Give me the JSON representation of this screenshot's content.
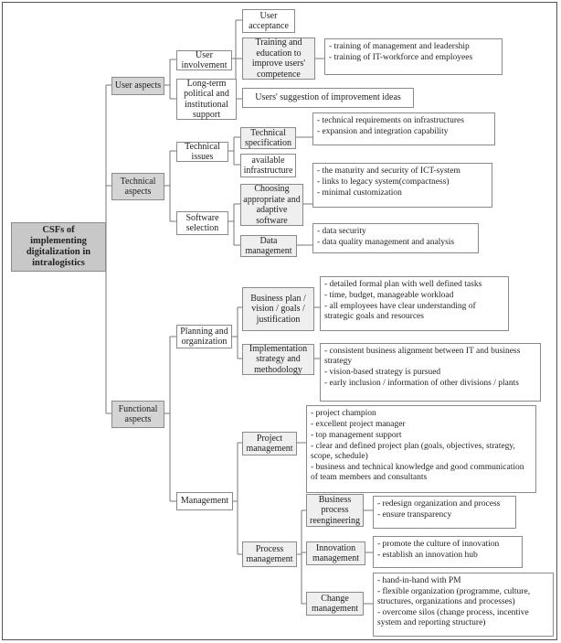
{
  "root": "CSFs of implementing digitalization in intralogistics",
  "user_aspects": {
    "label": "User aspects",
    "user_involvement": "User involvement",
    "user_acceptance": "User acceptance",
    "training": "Training and education to improve users' competence",
    "training_items": [
      "- training of management and leadership",
      "- training of IT-workforce and employees"
    ],
    "longterm": "Long-term political and institutional support",
    "suggestion": "Users' suggestion of improvement ideas"
  },
  "technical_aspects": {
    "label": "Technical aspects",
    "technical_issues": "Technical issues",
    "tech_spec": "Technical specification",
    "tech_spec_items": [
      "- technical requirements on infrastructures",
      "- expansion and integration capability"
    ],
    "available_infra": "available infrastructure",
    "software_selection": "Software selection",
    "choosing": "Choosing appropriate and adaptive software",
    "choosing_items": [
      "- the maturity and security of ICT-system",
      "- links to legacy system(compactness)",
      "- minimal customization"
    ],
    "data_mgmt": "Data management",
    "data_mgmt_items": [
      "- data security",
      "- data quality management and analysis"
    ]
  },
  "functional_aspects": {
    "label": "Functional aspects",
    "planning": "Planning and organization",
    "business_plan": "Business plan / vision / goals / justification",
    "business_plan_items": [
      "- detailed formal plan with well defined tasks",
      "- time, budget, manageable workload",
      "- all employees have clear understanding of strategic goals and resources"
    ],
    "impl_strategy": "Implementation strategy and methodology",
    "impl_strategy_items": [
      "- consistent business alignment between IT and business strategy",
      "- vision-based strategy is pursued",
      "- early inclusion / information of other divisions / plants"
    ],
    "management": "Management",
    "project_mgmt": "Project management",
    "project_mgmt_items": [
      "- project champion",
      "- excellent project manager",
      "- top management support",
      "- clear and defined project plan (goals, objectives, strategy, scope, schedule)",
      "- business and technical knowledge and good communication of team members and consultants"
    ],
    "process_mgmt": "Process management",
    "bpr": "Business process reengineering",
    "bpr_items": [
      "- redesign organization and process",
      "- ensure transparency"
    ],
    "innovation": "Innovation management",
    "innovation_items": [
      "- promote the culture of innovation",
      "- establish an innovation hub"
    ],
    "change": "Change management",
    "change_items": [
      "- hand-in-hand with PM",
      "- flexible organization (programme, culture, structures, organizations and processes)",
      "- overcome silos (change process, incentive system and reporting structure)"
    ]
  }
}
